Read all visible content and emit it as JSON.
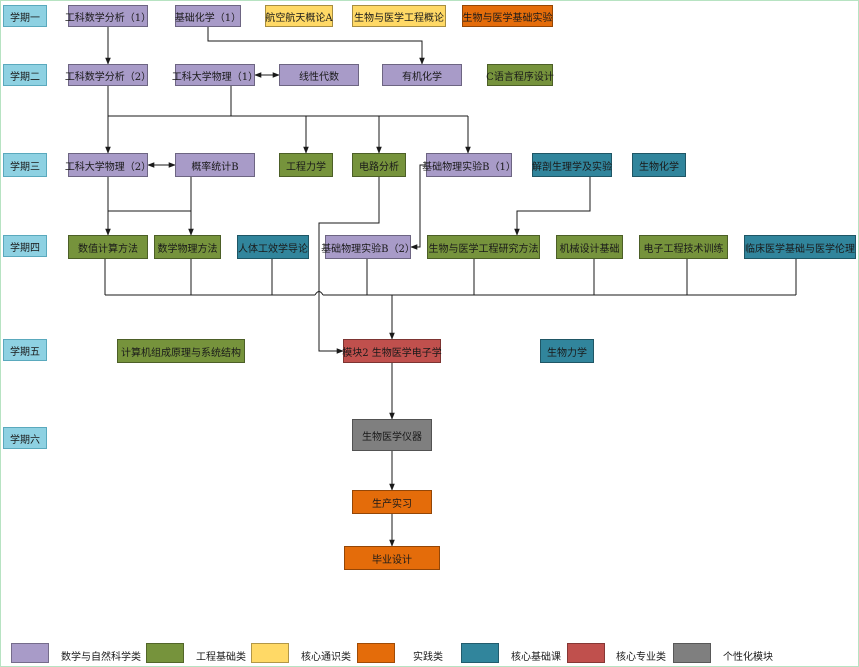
{
  "colors": {
    "math": "#a89bc8",
    "engineering": "#76933c",
    "general": "#ffd966",
    "practice": "#e46c0a",
    "core_basic": "#31859c",
    "core_major": "#c0504d",
    "elective": "#7f7f7f",
    "semester": "#8ed1e2",
    "line": "#1a1a1a"
  },
  "semesters": [
    "学期一",
    "学期二",
    "学期三",
    "学期四",
    "学期五",
    "学期六"
  ],
  "courses": [
    {
      "id": "c1",
      "label": "工科数学分析（1）",
      "cat": "math"
    },
    {
      "id": "c2",
      "label": "基础化学（1）",
      "cat": "math"
    },
    {
      "id": "c3",
      "label": "航空航天概论A",
      "cat": "general"
    },
    {
      "id": "c4",
      "label": "生物与医学工程概论",
      "cat": "general"
    },
    {
      "id": "c5",
      "label": "生物与医学基础实验",
      "cat": "practice"
    },
    {
      "id": "c6",
      "label": "工科数学分析（2）",
      "cat": "math"
    },
    {
      "id": "c7",
      "label": "工科大学物理（1）",
      "cat": "math"
    },
    {
      "id": "c8",
      "label": "线性代数",
      "cat": "math"
    },
    {
      "id": "c9",
      "label": "有机化学",
      "cat": "math"
    },
    {
      "id": "c10",
      "label": "C语言程序设计",
      "cat": "engineering"
    },
    {
      "id": "c11",
      "label": "工科大学物理（2）",
      "cat": "math"
    },
    {
      "id": "c12",
      "label": "概率统计B",
      "cat": "math"
    },
    {
      "id": "c13",
      "label": "工程力学",
      "cat": "engineering"
    },
    {
      "id": "c14",
      "label": "电路分析",
      "cat": "engineering"
    },
    {
      "id": "c15",
      "label": "基础物理实验B（1）",
      "cat": "math"
    },
    {
      "id": "c16",
      "label": "解剖生理学及实验",
      "cat": "core_basic"
    },
    {
      "id": "c17",
      "label": "生物化学",
      "cat": "core_basic"
    },
    {
      "id": "c18",
      "label": "数值计算方法",
      "cat": "engineering"
    },
    {
      "id": "c19",
      "label": "数学物理方法",
      "cat": "engineering"
    },
    {
      "id": "c20",
      "label": "人体工效学导论",
      "cat": "core_basic"
    },
    {
      "id": "c21",
      "label": "基础物理实验B（2）",
      "cat": "math"
    },
    {
      "id": "c22",
      "label": "生物与医学工程研究方法",
      "cat": "engineering"
    },
    {
      "id": "c23",
      "label": "机械设计基础",
      "cat": "engineering"
    },
    {
      "id": "c24",
      "label": "电子工程技术训练",
      "cat": "engineering"
    },
    {
      "id": "c25",
      "label": "临床医学基础与医学伦理",
      "cat": "core_basic"
    },
    {
      "id": "c26",
      "label": "计算机组成原理与系统结构",
      "cat": "engineering"
    },
    {
      "id": "c27",
      "label": "模块2 生物医学电子学",
      "cat": "core_major"
    },
    {
      "id": "c28",
      "label": "生物力学",
      "cat": "core_basic"
    },
    {
      "id": "c29",
      "label": "生物医学仪器",
      "cat": "elective"
    },
    {
      "id": "c30",
      "label": "生产实习",
      "cat": "practice"
    },
    {
      "id": "c31",
      "label": "毕业设计",
      "cat": "practice"
    }
  ],
  "legend": [
    {
      "label": "数学与自然科学类",
      "cat": "math"
    },
    {
      "label": "工程基础类",
      "cat": "engineering"
    },
    {
      "label": "核心通识类",
      "cat": "general"
    },
    {
      "label": "实践类",
      "cat": "practice"
    },
    {
      "label": "核心基础课",
      "cat": "core_basic"
    },
    {
      "label": "核心专业类",
      "cat": "core_major"
    },
    {
      "label": "个性化模块",
      "cat": "elective"
    }
  ]
}
